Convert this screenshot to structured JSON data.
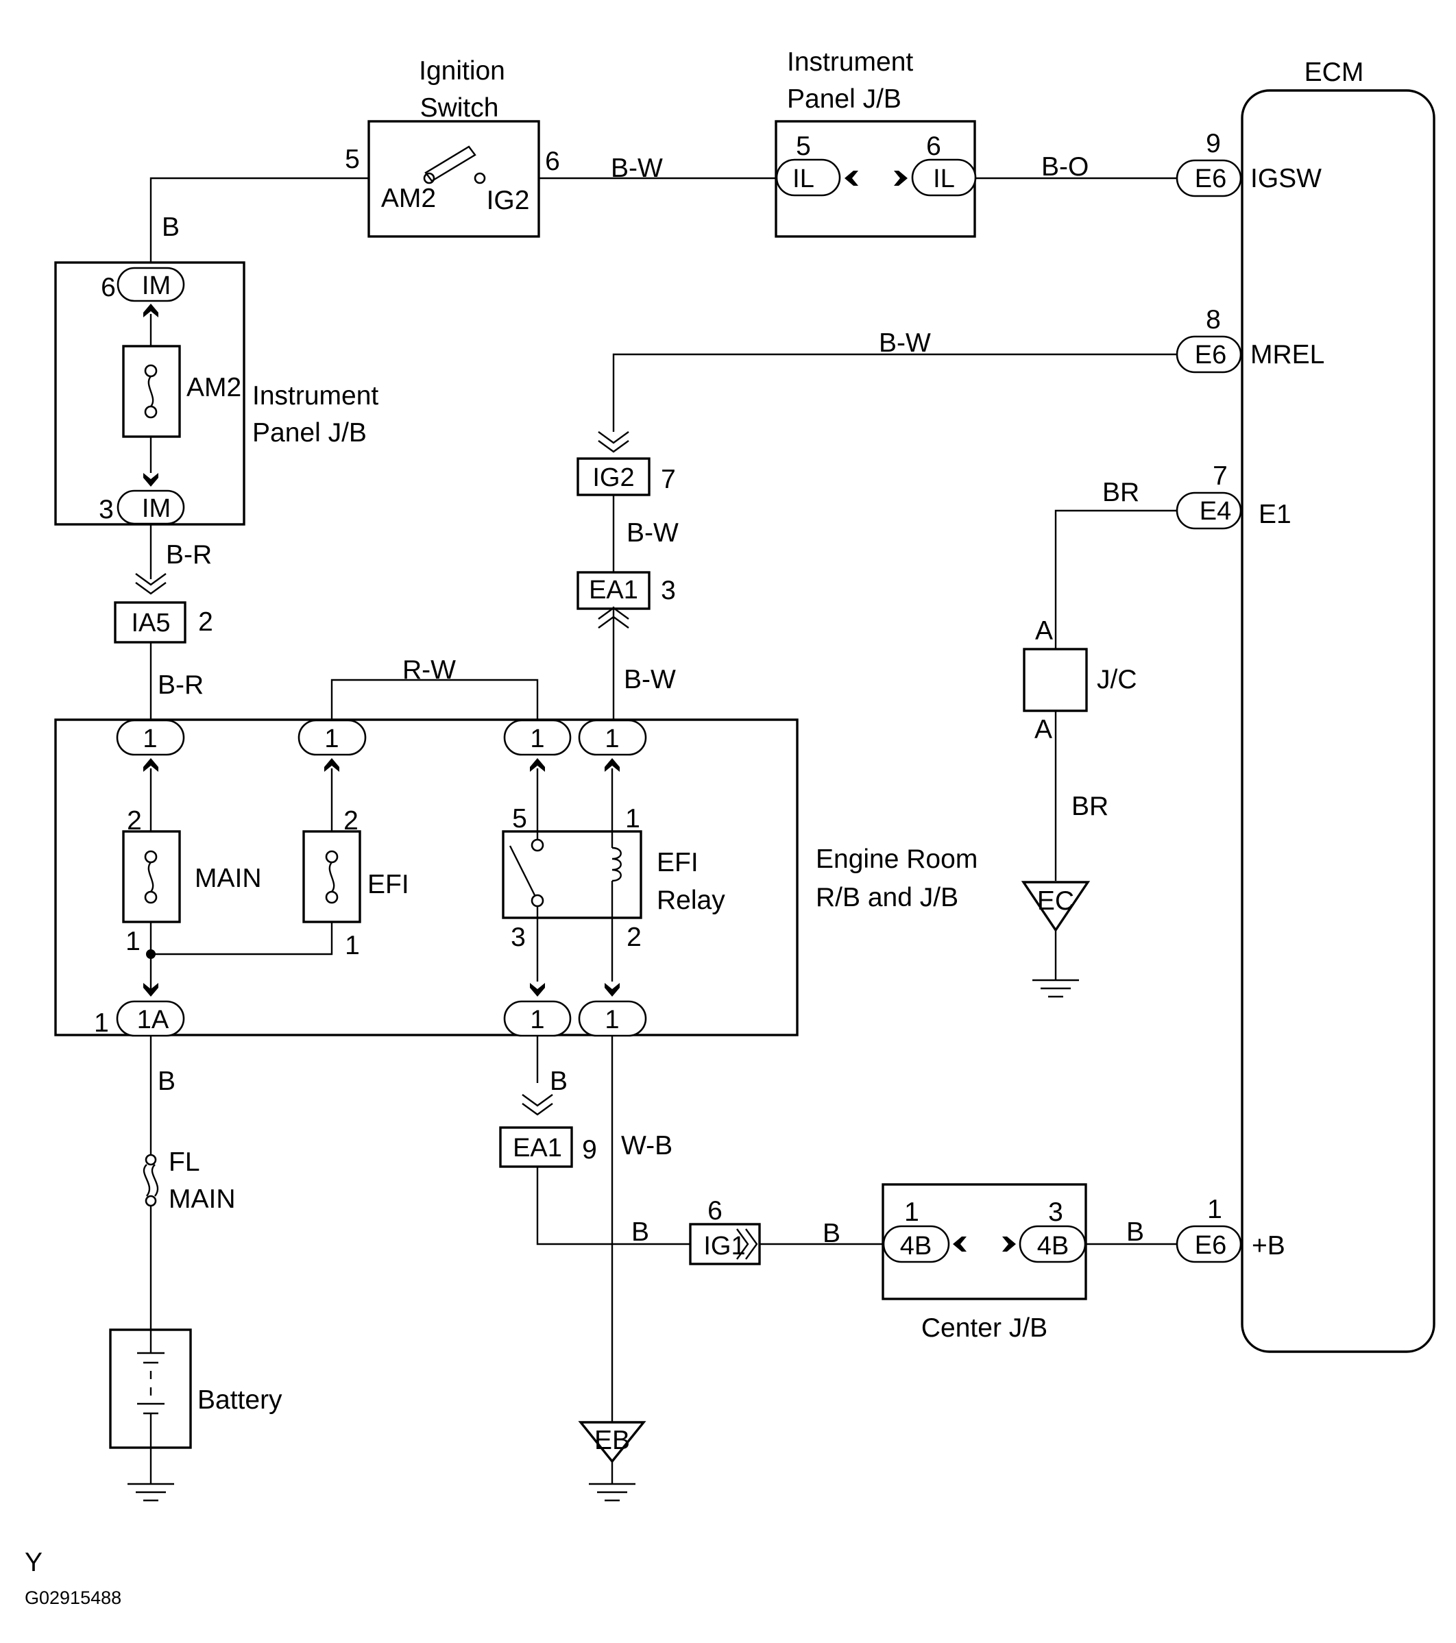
{
  "components": {
    "ignition_switch": {
      "label_line1": "Ignition",
      "label_line2": "Switch",
      "terminal_left": "AM2",
      "terminal_right": "IG2",
      "pin_left": "5",
      "pin_right": "6"
    },
    "ip_jb_top": {
      "label_line1": "Instrument",
      "label_line2": "Panel J/B",
      "connector": "IL",
      "pin_left": "5",
      "pin_right": "6"
    },
    "ip_jb_left": {
      "label_line1": "Instrument",
      "label_line2": "Panel J/B",
      "connector": "IM",
      "pin_top": "6",
      "pin_bottom": "3",
      "fuse": "AM2"
    },
    "ecm": {
      "label": "ECM"
    },
    "engine_room_rb": {
      "label_line1": "Engine Room",
      "label_line2": "R/B and J/B",
      "top_connectors": [
        "1",
        "1",
        "1",
        "1"
      ],
      "bottom_connectors": [
        "1A",
        "1",
        "1"
      ],
      "bottom_pin_1A": "1",
      "main_fuse": {
        "label": "MAIN",
        "pin_top": "2",
        "pin_bottom": "1"
      },
      "efi_fuse": {
        "label": "EFI",
        "pin_top": "2",
        "pin_bottom": "1"
      },
      "efi_relay": {
        "label_line1": "EFI",
        "label_line2": "Relay",
        "pin_5": "5",
        "pin_1": "1",
        "pin_3": "3",
        "pin_2": "2"
      }
    },
    "fl_main": {
      "label_line1": "FL",
      "label_line2": "MAIN"
    },
    "battery": {
      "label": "Battery"
    },
    "jc": {
      "label": "J/C",
      "pin_top": "A",
      "pin_bottom": "A"
    },
    "center_jb": {
      "label": "Center J/B",
      "connector": "4B",
      "pin_left": "1",
      "pin_right": "3"
    }
  },
  "ecm_terminals": [
    {
      "connector": "E6",
      "pin": "9",
      "name": "IGSW"
    },
    {
      "connector": "E6",
      "pin": "8",
      "name": "MREL"
    },
    {
      "connector": "E4",
      "pin": "7",
      "name": "E1"
    },
    {
      "connector": "E6",
      "pin": "1",
      "name": "+B"
    }
  ],
  "connectors": {
    "ig2": {
      "label": "IG2",
      "pin": "7"
    },
    "ea1_top": {
      "label": "EA1",
      "pin": "3"
    },
    "ea1_bottom": {
      "label": "EA1",
      "pin": "9"
    },
    "ia5": {
      "label": "IA5",
      "pin": "2"
    },
    "ig1": {
      "label": "IG1",
      "pin": "6"
    }
  },
  "grounds": {
    "ec": "EC",
    "eb": "EB"
  },
  "wires": {
    "b_top": "B",
    "bw_sw_jb": "B-W",
    "bo_jb_ecm": "B-O",
    "bw_mrel": "B-W",
    "br_e1": "BR",
    "br_jc": "BR",
    "br_im_ia5": "B-R",
    "br_ia5_rb": "B-R",
    "rw_jumper": "R-W",
    "bw_ig2_ea1": "B-W",
    "bw_ea1_rb": "B-W",
    "b_1a_fl": "B",
    "b_rb_ea1": "B",
    "wb_ground": "W-B",
    "b_ea1_ig1": "B",
    "b_ig1_cjb": "B",
    "b_cjb_ecm": "B"
  },
  "footer": {
    "code_top": "Y",
    "code_bottom": "G02915488"
  }
}
